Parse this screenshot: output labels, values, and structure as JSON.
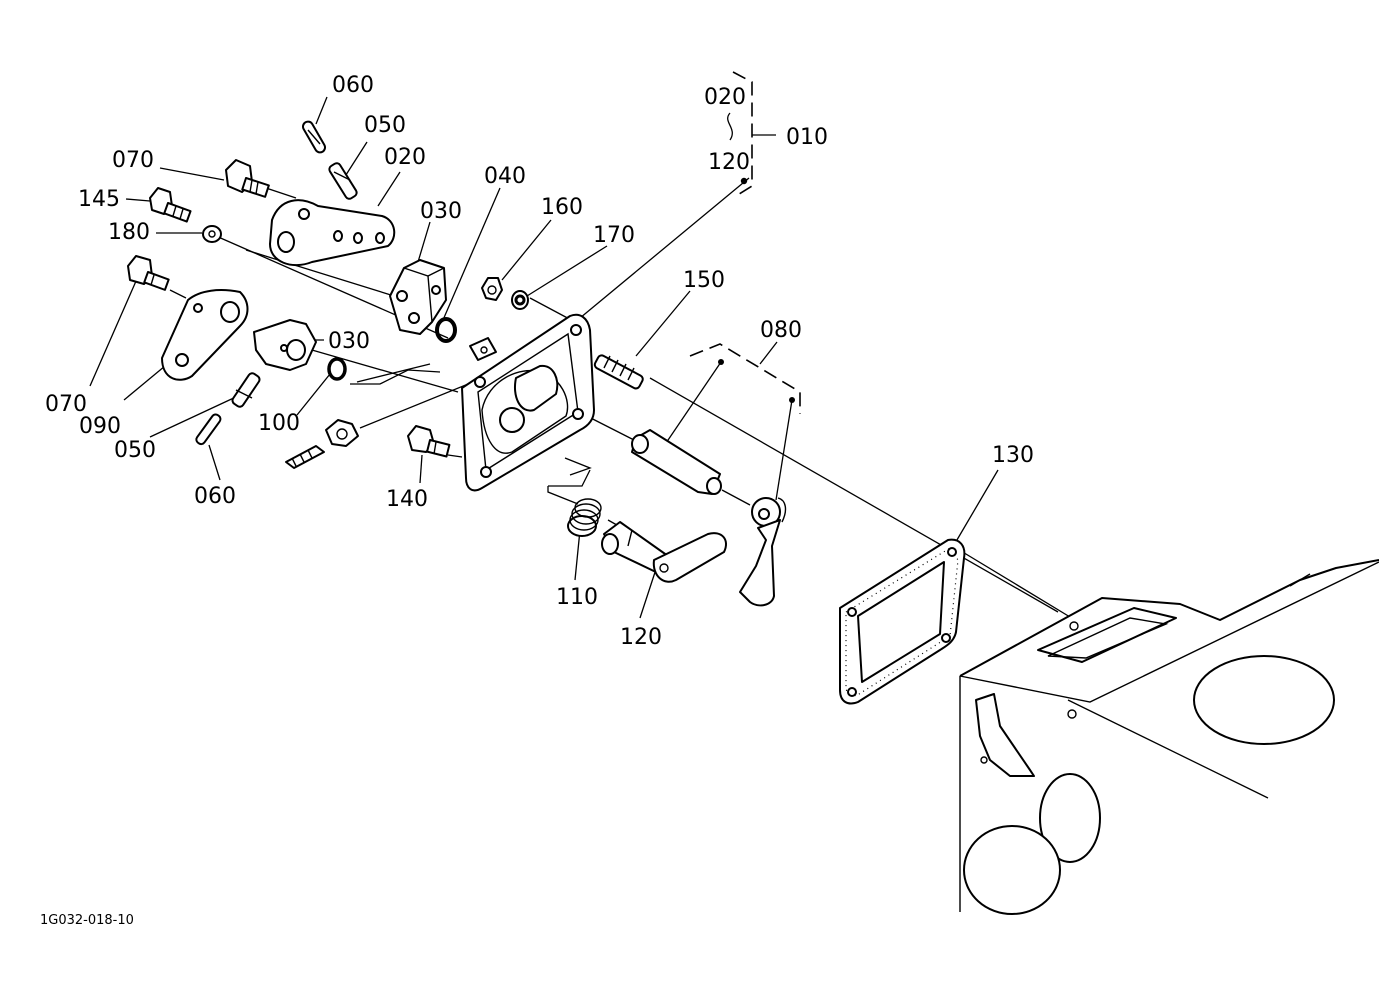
{
  "diagram": {
    "drawing_code": "1G032-018-10",
    "labels": {
      "p060_top": "060",
      "p050_top": "050",
      "p070_top": "070",
      "p020": "020",
      "p145": "145",
      "p030_top": "030",
      "p040": "040",
      "p180": "180",
      "p160": "160",
      "p170": "170",
      "p020_group": "020",
      "group_tilde": "~",
      "p120_group": "120",
      "p010": "010",
      "p150": "150",
      "p080": "080",
      "p030_mid": "030",
      "p070_left": "070",
      "p090": "090",
      "p100": "100",
      "p050_bottom": "050",
      "p060_bottom": "060",
      "p140": "140",
      "p130": "130",
      "p110": "110",
      "p120_bottom": "120"
    }
  }
}
